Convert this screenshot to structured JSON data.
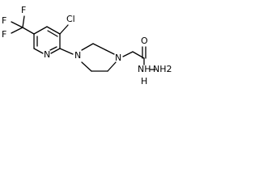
{
  "molecule": {
    "atoms": {
      "f1": "F",
      "f2": "F",
      "f3": "F",
      "cl": "Cl",
      "n_pyridine": "N",
      "n_piperazine_1": "N",
      "n_piperazine_4": "N",
      "o_carbonyl": "O",
      "nh_amide": "NH",
      "h_amide": "H",
      "nh2": "NH2"
    }
  }
}
